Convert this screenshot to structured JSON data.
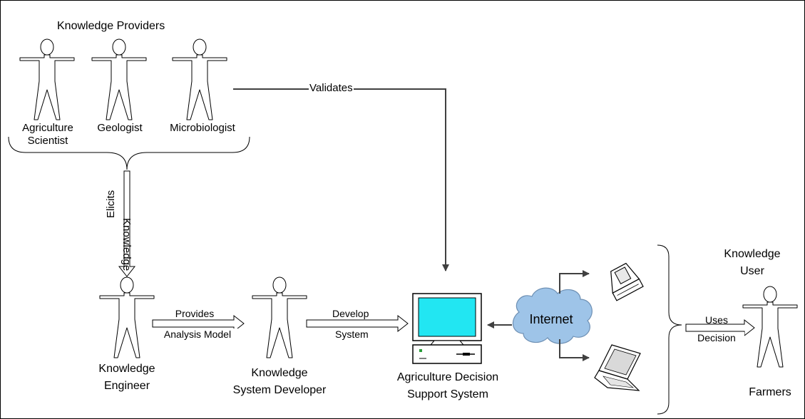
{
  "groups": {
    "providers_title": "Knowledge Providers",
    "user_title_line1": "Knowledge",
    "user_title_line2": "User"
  },
  "actors": {
    "agri_scientist_1": "Agriculture",
    "agri_scientist_2": "Scientist",
    "geologist": "Geologist",
    "microbiologist": "Microbiologist",
    "engineer_1": "Knowledge",
    "engineer_2": "Engineer",
    "developer_1": "Knowledge",
    "developer_2": "System Developer",
    "farmers": "Farmers"
  },
  "system": {
    "name_1": "Agriculture Decision",
    "name_2": "Support System",
    "internet": "Internet"
  },
  "flows": {
    "validates": "Validates",
    "elicits": "Elicits",
    "knowledge": "Knowledge",
    "provides": "Provides",
    "analysis_model": "Analysis Model",
    "develop": "Develop",
    "system": "System",
    "uses": "Uses",
    "decision": "Decision"
  },
  "colors": {
    "screen": "#22e6f2",
    "cloud": "#9ec4e8",
    "outline": "#000000"
  }
}
